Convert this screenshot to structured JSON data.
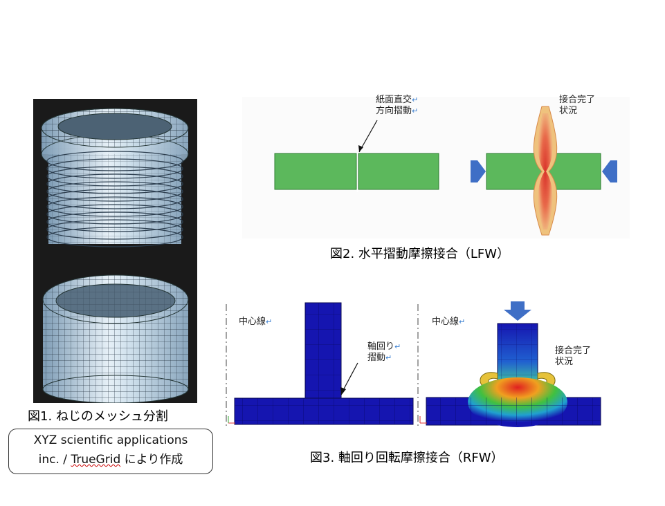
{
  "fig1": {
    "caption": "図1. ねじのメッシュ分割",
    "credit_line1": "XYZ scientific applications",
    "credit_line2_prefix": "inc. / ",
    "credit_line2_brand": "TrueGrid",
    "credit_line2_suffix": " により作成"
  },
  "fig2": {
    "caption": "図2. 水平摺動摩擦接合（LFW）",
    "label_motion_1": "紙面直交",
    "label_motion_2": "方向摺動",
    "label_done_1": "接合完了",
    "label_done_2": "状況"
  },
  "fig3": {
    "caption": "図3. 軸回り回転摩擦接合（RFW）",
    "label_centerline_left": "中心線",
    "label_centerline_right": "中心線",
    "label_motion_1": "軸回り",
    "label_motion_2": "摺動",
    "label_done_1": "接合完了",
    "label_done_2": "状況"
  },
  "colors": {
    "mesh_face": "#b9d3e6",
    "part_green": "#5cb85c",
    "arrow_blue": "#3f6fc6",
    "part_navy": "#1515b0"
  },
  "return_mark": "↵"
}
